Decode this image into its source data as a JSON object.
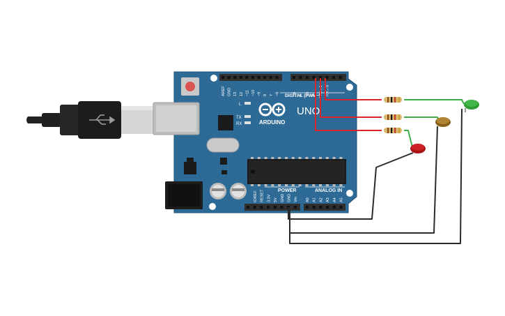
{
  "board": {
    "brand": "ARDUINO",
    "model": "UNO",
    "digital_header_label": "DIGITAL (PWM~)",
    "power_header_label": "POWER",
    "analog_header_label": "ANALOG IN",
    "led_labels": {
      "l": "L",
      "tx": "TX",
      "rx": "RX"
    },
    "digital_pins": [
      "AREF",
      "GND",
      "13",
      "12",
      "~11",
      "~10",
      "~9",
      "8",
      "7",
      "~6",
      "~5",
      "4",
      "~3",
      "2",
      "TX→1",
      "RX←0"
    ],
    "power_pins": [
      "IOREF",
      "RESET",
      "3.3V",
      "5V",
      "GND",
      "GND",
      "Vin"
    ],
    "analog_pins": [
      "A0",
      "A1",
      "A2",
      "A3",
      "A4",
      "A5"
    ]
  },
  "components": {
    "leds": [
      {
        "name": "green",
        "color": "#3fb53a"
      },
      {
        "name": "yellow",
        "color": "#a07828"
      },
      {
        "name": "red",
        "color": "#c8181c"
      }
    ],
    "resistor_count": 3,
    "cable": "usb-b-cable"
  },
  "colors": {
    "board": "#2d6a96",
    "board_edge": "#1e5378",
    "wire_red": "#d8232a",
    "wire_green": "#3fae49",
    "wire_black": "#2b2b2b",
    "header": "#2f2f2f"
  }
}
